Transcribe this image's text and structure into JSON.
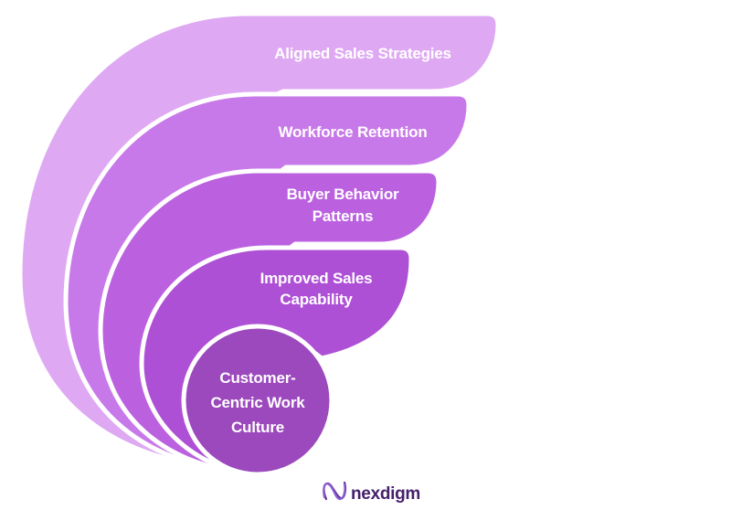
{
  "background": "#ffffff",
  "funnel": {
    "text_color": "#ffffff",
    "layers": [
      {
        "name": "aligned-sales-strategies",
        "color": "#dea9f2",
        "lines": [
          "Aligned Sales Strategies"
        ]
      },
      {
        "name": "workforce-retention",
        "color": "#c879e9",
        "lines": [
          "Workforce Retention"
        ]
      },
      {
        "name": "buyer-behavior-patterns",
        "color": "#bb61e0",
        "lines": [
          "Buyer Behavior",
          "Patterns"
        ]
      },
      {
        "name": "improved-sales-capability",
        "color": "#ae50d5",
        "lines": [
          "Improved Sales",
          "Capability"
        ]
      },
      {
        "name": "customer-centric-work-culture",
        "color": "#9b49bd",
        "lines": [
          "Customer-",
          "Centric Work",
          "Culture"
        ]
      }
    ]
  },
  "logo": {
    "text": "nexdigm",
    "text_color": "#45206b",
    "icon_color": "#5f2d91",
    "icon_accent_color": "#8a5fd0"
  }
}
